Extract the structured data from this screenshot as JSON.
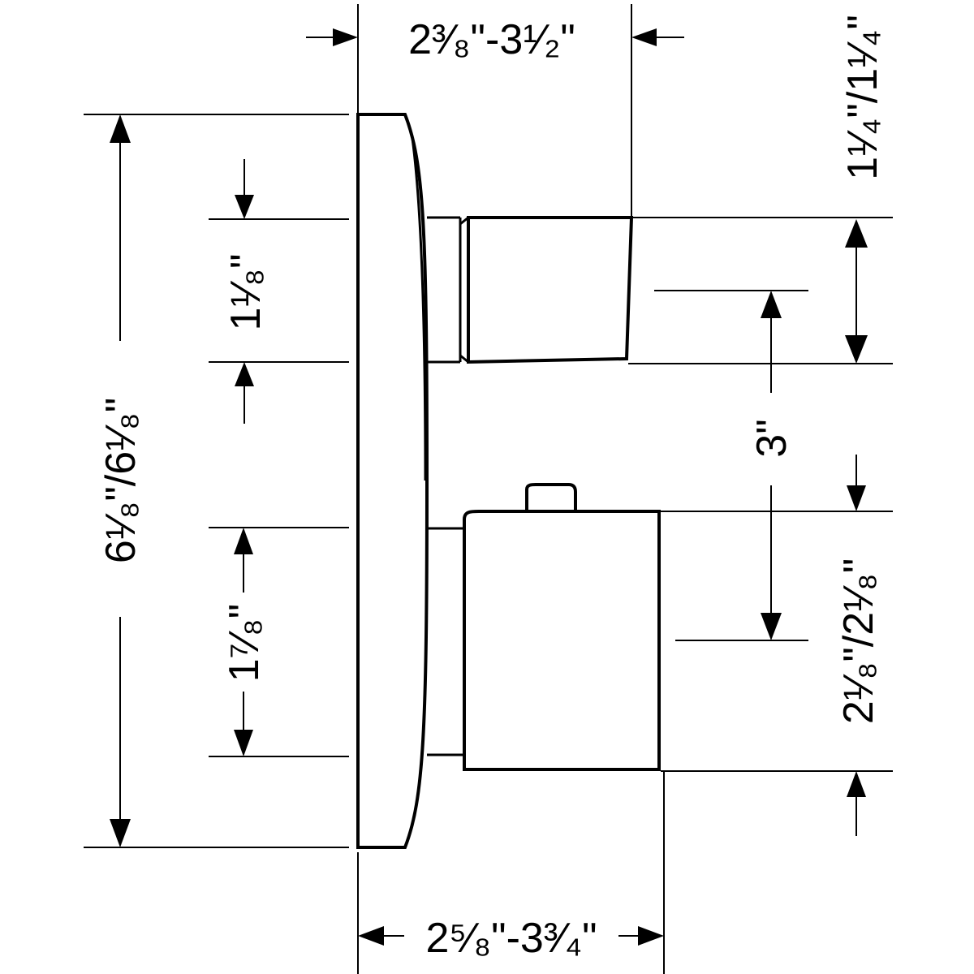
{
  "diagram": {
    "background_color": "#ffffff",
    "line_color": "#000000",
    "dimensions": {
      "top_width": "2³⁄₈\"-3¹⁄₂\"",
      "top_right_depth": "1¹⁄₄\"/1¹⁄₄\"",
      "overall_height": "6¹⁄₈\"/6¹⁄₈\"",
      "upper_handle_height": "1¹⁄₈\"",
      "lower_handle_height": "1⁷⁄₈\"",
      "handle_center_spacing": "3\"",
      "right_upper_height": "1¹⁄₄\"/1¹⁄₄\"",
      "right_lower_height": "2¹⁄₈\"/2¹⁄₈\"",
      "bottom_width": "2⁵⁄₈\"-3³⁄₄\""
    }
  }
}
